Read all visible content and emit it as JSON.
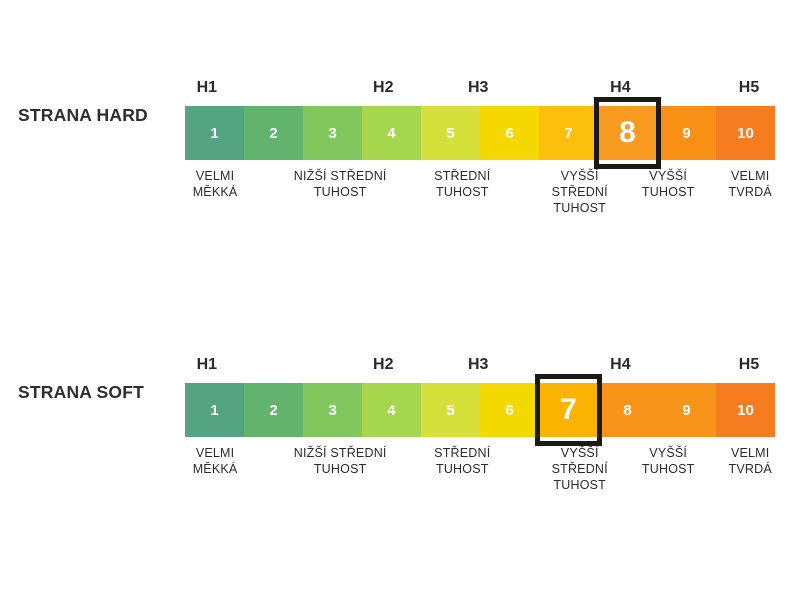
{
  "charts": [
    {
      "id": "hard",
      "row_label": "STRANA HARD",
      "groups": [
        {
          "label": "H1",
          "center_pct": 3.7
        },
        {
          "label": "H2",
          "center_pct": 33.6
        },
        {
          "label": "H3",
          "center_pct": 49.7
        },
        {
          "label": "H4",
          "center_pct": 73.8
        },
        {
          "label": "H5",
          "center_pct": 95.6
        }
      ],
      "cells": [
        {
          "number": "1",
          "color": "#55a481",
          "active": false
        },
        {
          "number": "2",
          "color": "#62b36e",
          "active": false
        },
        {
          "number": "3",
          "color": "#81c75e",
          "active": false
        },
        {
          "number": "4",
          "color": "#a6d54e",
          "active": false
        },
        {
          "number": "5",
          "color": "#d6e03a",
          "active": false
        },
        {
          "number": "6",
          "color": "#f5d800",
          "active": false
        },
        {
          "number": "7",
          "color": "#fcc00c",
          "active": false
        },
        {
          "number": "8",
          "color": "#f99b20",
          "active": true
        },
        {
          "number": "9",
          "color": "#f99016",
          "active": false
        },
        {
          "number": "10",
          "color": "#f57d20",
          "active": false
        }
      ],
      "captions": [
        {
          "text": "VELMI\nMĚKKÁ",
          "center_pct": 5.1
        },
        {
          "text": "NIŽŠÍ STŘEDNÍ\nTUHOST",
          "center_pct": 26.3
        },
        {
          "text": "STŘEDNÍ\nTUHOST",
          "center_pct": 47.0
        },
        {
          "text": "VYŠŠÍ\nSTŘEDNÍ\nTUHOST",
          "center_pct": 66.9
        },
        {
          "text": "VYŠŠÍ\nTUHOST",
          "center_pct": 81.9
        },
        {
          "text": "VELMI\nTVRDÁ",
          "center_pct": 95.8
        }
      ],
      "highlighted_value": "8"
    },
    {
      "id": "soft",
      "row_label": "STRANA SOFT",
      "groups": [
        {
          "label": "H1",
          "center_pct": 3.7
        },
        {
          "label": "H2",
          "center_pct": 33.6
        },
        {
          "label": "H3",
          "center_pct": 49.7
        },
        {
          "label": "H4",
          "center_pct": 73.8
        },
        {
          "label": "H5",
          "center_pct": 95.6
        }
      ],
      "cells": [
        {
          "number": "1",
          "color": "#55a481",
          "active": false
        },
        {
          "number": "2",
          "color": "#62b36e",
          "active": false
        },
        {
          "number": "3",
          "color": "#81c75e",
          "active": false
        },
        {
          "number": "4",
          "color": "#a6d54e",
          "active": false
        },
        {
          "number": "5",
          "color": "#d6e03a",
          "active": false
        },
        {
          "number": "6",
          "color": "#f2d900",
          "active": false
        },
        {
          "number": "7",
          "color": "#f9b300",
          "active": true
        },
        {
          "number": "8",
          "color": "#f9941a",
          "active": false
        },
        {
          "number": "9",
          "color": "#f9941a",
          "active": false
        },
        {
          "number": "10",
          "color": "#f57d20",
          "active": false
        }
      ],
      "captions": [
        {
          "text": "VELMI\nMĚKKÁ",
          "center_pct": 5.1
        },
        {
          "text": "NIŽŠÍ STŘEDNÍ\nTUHOST",
          "center_pct": 26.3
        },
        {
          "text": "STŘEDNÍ\nTUHOST",
          "center_pct": 47.0
        },
        {
          "text": "VYŠŠÍ\nSTŘEDNÍ\nTUHOST",
          "center_pct": 66.9
        },
        {
          "text": "VYŠŠÍ\nTUHOST",
          "center_pct": 81.9
        },
        {
          "text": "VELMI\nTVRDÁ",
          "center_pct": 95.8
        }
      ],
      "highlighted_value": "7"
    }
  ],
  "chart_data": {
    "type": "bar",
    "title": "",
    "xlabel": "",
    "ylabel": "",
    "series": [
      {
        "name": "STRANA HARD",
        "categories": [
          "1",
          "2",
          "3",
          "4",
          "5",
          "6",
          "7",
          "8",
          "9",
          "10"
        ],
        "values": [
          1,
          2,
          3,
          4,
          5,
          6,
          7,
          8,
          9,
          10
        ],
        "selected": 8,
        "group_labels": [
          "H1",
          "H2",
          "H3",
          "H4",
          "H5"
        ],
        "segment_labels": [
          "VELMI MĚKKÁ",
          "NIŽŠÍ STŘEDNÍ TUHOST",
          "STŘEDNÍ TUHOST",
          "VYŠŠÍ STŘEDNÍ TUHOST",
          "VYŠŠÍ TUHOST",
          "VELMI TVRDÁ"
        ],
        "colors": [
          "#55a481",
          "#62b36e",
          "#81c75e",
          "#a6d54e",
          "#d6e03a",
          "#f5d800",
          "#fcc00c",
          "#f99b20",
          "#f99016",
          "#f57d20"
        ]
      },
      {
        "name": "STRANA SOFT",
        "categories": [
          "1",
          "2",
          "3",
          "4",
          "5",
          "6",
          "7",
          "8",
          "9",
          "10"
        ],
        "values": [
          1,
          2,
          3,
          4,
          5,
          6,
          7,
          8,
          9,
          10
        ],
        "selected": 7,
        "group_labels": [
          "H1",
          "H2",
          "H3",
          "H4",
          "H5"
        ],
        "segment_labels": [
          "VELMI MĚKKÁ",
          "NIŽŠÍ STŘEDNÍ TUHOST",
          "STŘEDNÍ TUHOST",
          "VYŠŠÍ STŘEDNÍ TUHOST",
          "VYŠŠÍ TUHOST",
          "VELMI TVRDÁ"
        ],
        "colors": [
          "#55a481",
          "#62b36e",
          "#81c75e",
          "#a6d54e",
          "#d6e03a",
          "#f2d900",
          "#f9b300",
          "#f9941a",
          "#f9941a",
          "#f57d20"
        ]
      }
    ],
    "legend_position": "none",
    "grid": false
  },
  "colors": {
    "text_dark": "#2b2b2b",
    "highlight_border": "#1c1a17",
    "background": "#ffffff",
    "cell_text": "#ffffff"
  }
}
